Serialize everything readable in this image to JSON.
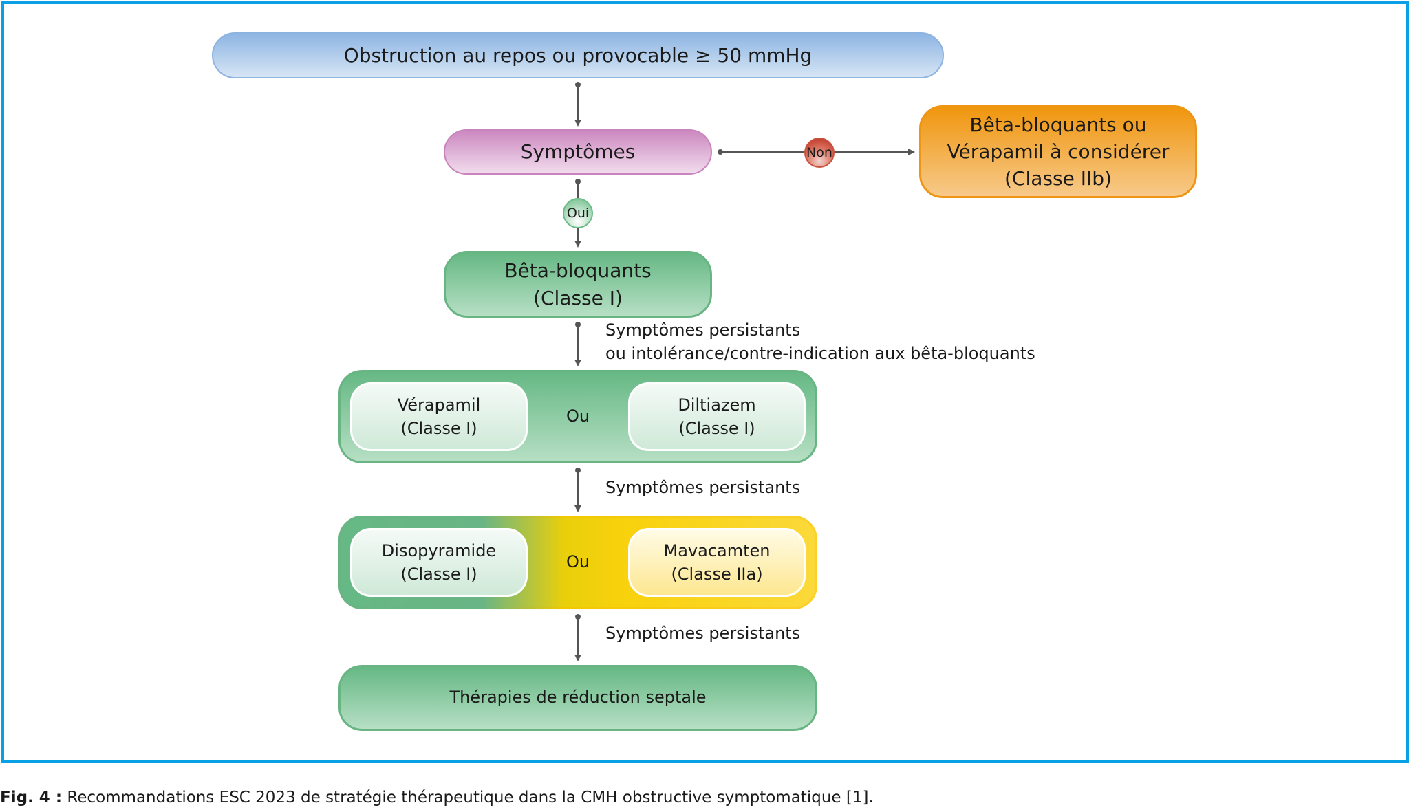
{
  "diagram": {
    "start": "Obstruction au repos ou provocable ≥ 50 mmHg",
    "symptoms": "Symptômes",
    "no_badge": "Non",
    "yes_badge": "Oui",
    "no_branch": {
      "line1": "Bêta-bloquants ou",
      "line2": "Vérapamil à considérer",
      "line3": "(Classe IIb)"
    },
    "beta": {
      "line1": "Bêta-bloquants",
      "line2": "(Classe I)"
    },
    "edge1": {
      "line1": "Symptômes persistants",
      "line2": "ou intolérance/contre-indication aux bêta-bloquants"
    },
    "group1": {
      "left": {
        "line1": "Vérapamil",
        "line2": "(Classe I)"
      },
      "or": "Ou",
      "right": {
        "line1": "Diltiazem",
        "line2": "(Classe I)"
      }
    },
    "edge2": "Symptômes persistants",
    "group2": {
      "left": {
        "line1": "Disopyramide",
        "line2": "(Classe I)"
      },
      "or": "Ou",
      "right": {
        "line1": "Mavacamten",
        "line2": "(Classe IIa)"
      }
    },
    "edge3": "Symptômes persistants",
    "final": "Thérapies de réduction septale"
  },
  "caption": {
    "label": "Fig. 4 :",
    "text": " Recommandations ESC 2023 de stratégie thérapeutique dans la CMH obstructive symptomatique [1]."
  },
  "colors": {
    "frame": "#0aa0e6",
    "start_box": "#8eb5e2",
    "symptoms_box": "#cc88c0",
    "no_branch_box": "#f0960e",
    "green_box": "#66b884",
    "yellow_box": "#f8d20c",
    "connector": "#555555"
  }
}
